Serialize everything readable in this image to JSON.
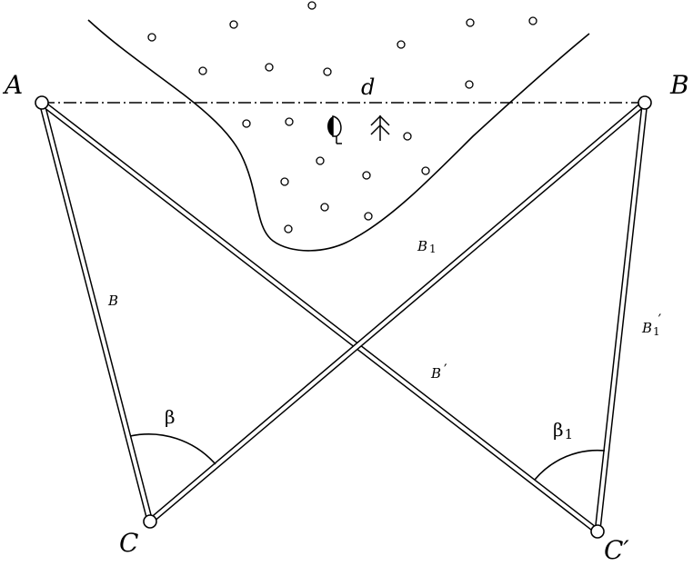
{
  "points": {
    "A": "A",
    "B": "B",
    "C": "C",
    "C_prime": "C′"
  },
  "segments": {
    "AC": "B",
    "BC_prime": "B",
    "BC_prime_sub": "1",
    "BC_prime_mark": "′",
    "AC_prime": "B",
    "AC_prime_mark": "′",
    "BC": "B",
    "BC_sub": "1"
  },
  "angles": {
    "beta": "β",
    "beta1": "β",
    "beta1_sub": "1"
  },
  "distance": {
    "label": "d"
  }
}
